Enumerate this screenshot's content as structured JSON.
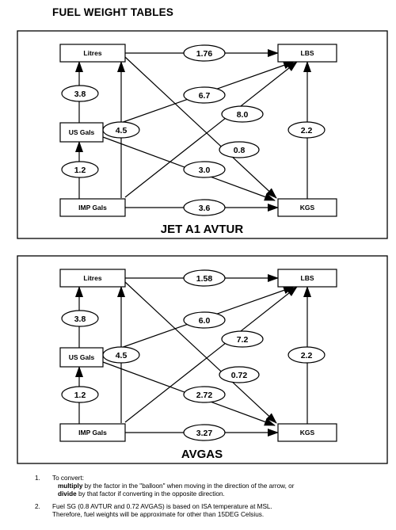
{
  "page_title": "FUEL WEIGHT TABLES",
  "diagrams": [
    {
      "title": "JET A1 AVTUR",
      "units": {
        "litres": "Litres",
        "lbs": "LBS",
        "usgals": "US Gals",
        "impgals": "IMP Gals",
        "kgs": "KGS"
      },
      "factors": {
        "litres_lbs": "1.76",
        "usgals_litres": "3.8",
        "usgals_lbs": "6.7",
        "impgals_lbs": "8.0",
        "impgals_litres": "4.5",
        "kgs_lbs": "2.2",
        "litres_kgs": "0.8",
        "impgals_usgals": "1.2",
        "usgals_kgs": "3.0",
        "impgals_kgs": "3.6"
      }
    },
    {
      "title": "AVGAS",
      "units": {
        "litres": "Litres",
        "lbs": "LBS",
        "usgals": "US Gals",
        "impgals": "IMP Gals",
        "kgs": "KGS"
      },
      "factors": {
        "litres_lbs": "1.58",
        "usgals_litres": "3.8",
        "usgals_lbs": "6.0",
        "impgals_lbs": "7.2",
        "impgals_litres": "4.5",
        "kgs_lbs": "2.2",
        "litres_kgs": "0.72",
        "impgals_usgals": "1.2",
        "usgals_kgs": "2.72",
        "impgals_kgs": "3.27"
      }
    }
  ],
  "notes": [
    {
      "number": "1.",
      "intro": "To convert:",
      "multiply_word": "multiply",
      "multiply_rest": " by the factor in the \"balloon\" when moving in the direction of  the arrow, or",
      "divide_word": "divide",
      "divide_rest": " by that factor if converting in the opposite direction."
    },
    {
      "number": "2.",
      "line1": "Fuel SG (0.8 AVTUR and 0.72 AVGAS) is based on ISA temperature at MSL.",
      "line2": "Therefore, fuel weights will be approximate for other than 15DEG Celsius."
    }
  ]
}
